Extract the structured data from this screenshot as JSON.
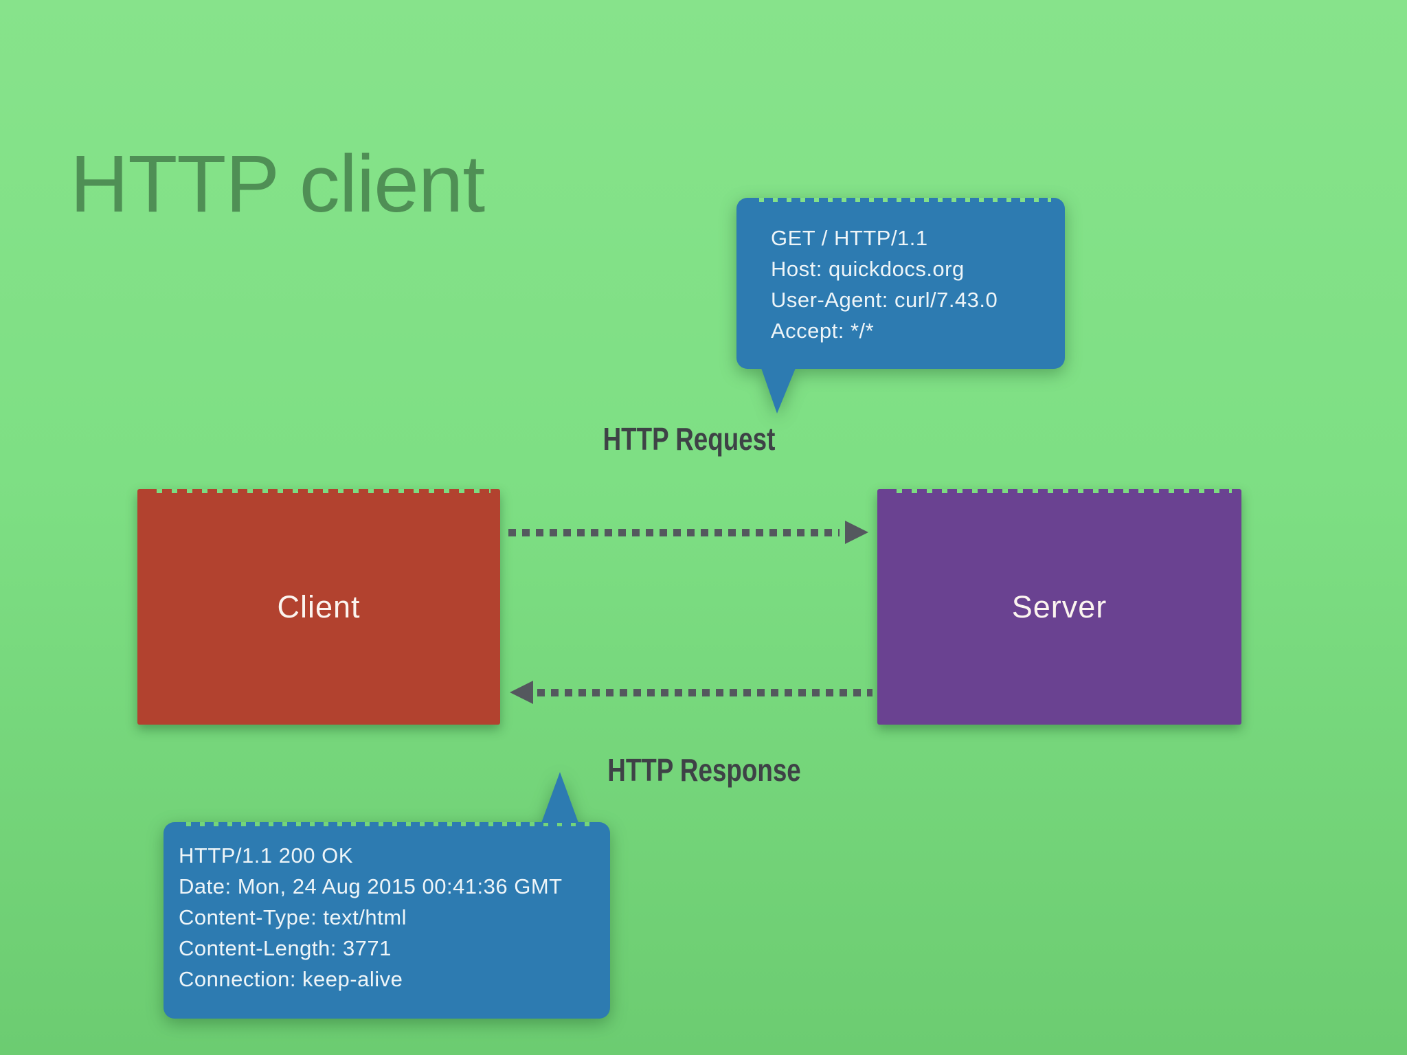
{
  "slide": {
    "title": "HTTP client"
  },
  "request_bubble": {
    "lines": [
      "GET / HTTP/1.1",
      "Host: quickdocs.org",
      "User-Agent: curl/7.43.0",
      "Accept: */*"
    ]
  },
  "response_bubble": {
    "lines": [
      "HTTP/1.1 200 OK",
      "Date: Mon, 24 Aug 2015 00:41:36 GMT",
      "Content-Type: text/html",
      "Content-Length: 3771",
      "Connection: keep-alive"
    ]
  },
  "labels": {
    "request": "HTTP Request",
    "response": "HTTP Response"
  },
  "nodes": {
    "client": "Client",
    "server": "Server"
  },
  "colors": {
    "background_top": "#87e38b",
    "background_bottom": "#6ccc71",
    "title_text": "#4f8f55",
    "bubble_blue": "#2d7bb1",
    "client_red": "#b2422f",
    "server_purple": "#6a4291",
    "flow_label_gray": "#3e4246",
    "arrow_gray": "#54585e",
    "bubble_text": "#eef5f8"
  }
}
